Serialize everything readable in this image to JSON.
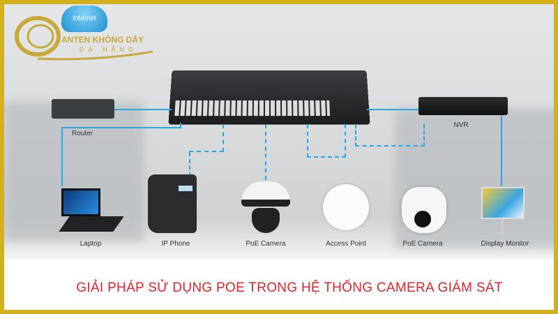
{
  "logo": {
    "line1": "ANTEN KHÔNG DÂY",
    "line2": "ĐÀ NẴNG",
    "cloud_text": "Internet"
  },
  "devices": {
    "router": "Router",
    "nvr": "NVR",
    "laptop": "Laptop",
    "ip_phone": "IP Phone",
    "poe_camera_1": "PoE Camera",
    "access_point": "Access Point",
    "poe_camera_2": "PoE Camera",
    "display_monitor": "Display Monitor"
  },
  "caption": "GIẢI PHÁP SỬ DỤNG POE TRONG HỆ THỐNG CAMERA GIÁM SÁT",
  "colors": {
    "border": "#d2b01e",
    "link": "#2aa7e0",
    "caption": "#d8262a"
  }
}
